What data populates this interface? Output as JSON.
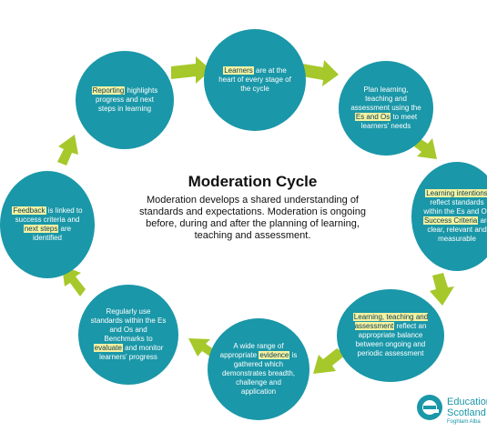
{
  "title": "Moderation Cycle",
  "description": "Moderation develops a shared understanding of standards and expectations. Moderation is ongoing before, during and after the planning of learning, teaching and assessment.",
  "stages": [
    {
      "parts": [
        {
          "t": "Learners",
          "h": true
        },
        {
          "t": " are at the heart of every stage of the cycle",
          "h": false
        }
      ]
    },
    {
      "parts": [
        {
          "t": "Plan learning, teaching and assessment using the ",
          "h": false
        },
        {
          "t": "Es and Os",
          "h": true
        },
        {
          "t": " to meet learners' needs",
          "h": false
        }
      ]
    },
    {
      "parts": [
        {
          "t": "Learning intentions",
          "h": true
        },
        {
          "t": " reflect standards within the Es and Os ",
          "h": false
        },
        {
          "t": "Success Criteria",
          "h": true
        },
        {
          "t": " are clear, relevant and measurable",
          "h": false
        }
      ]
    },
    {
      "parts": [
        {
          "t": "Learning, teaching and assessment",
          "h": true
        },
        {
          "t": " reflect an appropriate balance between ongoing and periodic assessment",
          "h": false
        }
      ]
    },
    {
      "parts": [
        {
          "t": "A wide range of appropriate ",
          "h": false
        },
        {
          "t": "evidence",
          "h": true
        },
        {
          "t": " is gathered which demonstrates breadth, challenge and application",
          "h": false
        }
      ]
    },
    {
      "parts": [
        {
          "t": "Regularly use standards within the Es and Os and Benchmarks to ",
          "h": false
        },
        {
          "t": "evaluate",
          "h": true
        },
        {
          "t": " and monitor learners' progress",
          "h": false
        }
      ]
    },
    {
      "parts": [
        {
          "t": "Feedback",
          "h": true
        },
        {
          "t": " is linked to success criteria and ",
          "h": false
        },
        {
          "t": "next steps",
          "h": true
        },
        {
          "t": " are identified",
          "h": false
        }
      ]
    },
    {
      "parts": [
        {
          "t": "Reporting",
          "h": true
        },
        {
          "t": " highlights progress and next steps in learning",
          "h": false
        }
      ]
    }
  ],
  "logo": {
    "line1": "Education",
    "line2": "Scotland",
    "line3": "Foghlam Alba"
  },
  "colors": {
    "circle": "#1a97a8",
    "arrow": "#a6c82a",
    "highlight": "#f4f1a1"
  }
}
